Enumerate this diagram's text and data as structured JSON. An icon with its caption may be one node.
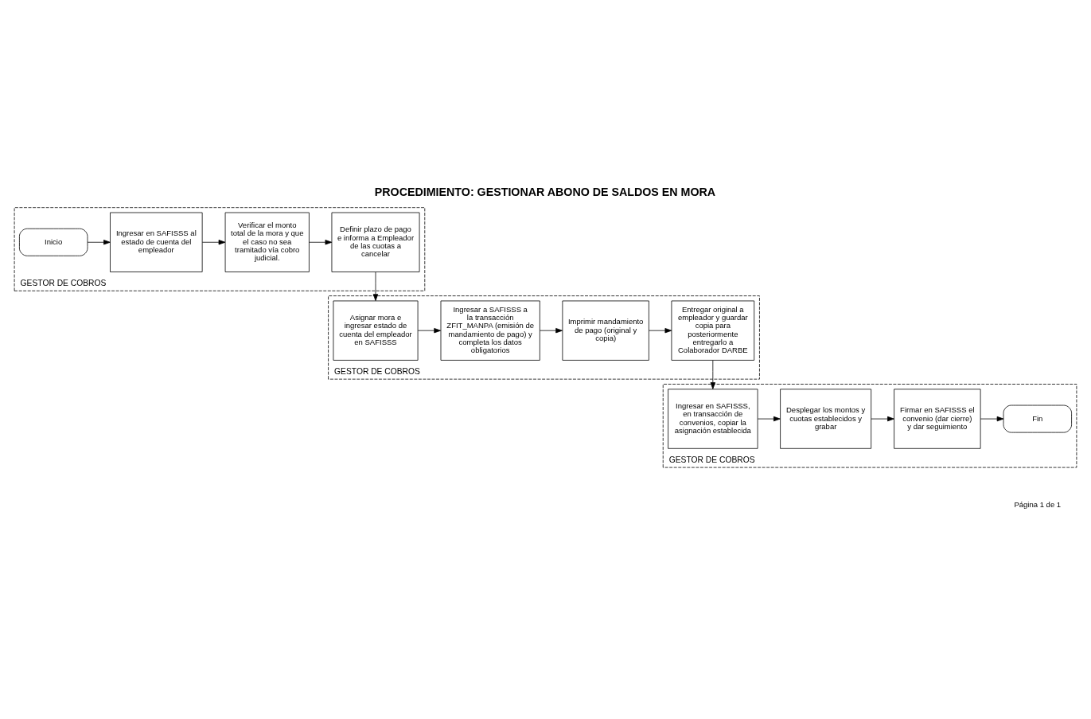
{
  "diagram": {
    "title": "PROCEDIMIENTO: GESTIONAR ABONO DE SALDOS EN MORA",
    "nodes": [
      {
        "text": [
          "GESTOR DE COBROS"
        ]
      },
      {
        "text": [
          "Inicio"
        ],
        "in": 0
      },
      {
        "text": [
          "Ingresar en SAFISSS al estado de cuenta del empleador"
        ],
        "in": 0
      },
      {
        "text": [
          "Verificar el monto total de la mora y que el caso no sea tramitado vía cobro judicial."
        ],
        "in": 0
      },
      {
        "text": [
          "Definir plazo de pago e informa a Empleador de las cuotas a cancelar"
        ],
        "in": 0
      },
      {
        "text": [
          "GESTOR DE COBROS"
        ]
      },
      {
        "text": [
          "Asignar mora e ingresar estado de cuenta del empleador en SAFISSS"
        ],
        "in": 5
      },
      {
        "text": [
          "Ingresar a SAFISSS a la transacción ZFIT_MANPA (emisión de mandamiento de pago) y completa los datos obligatorios"
        ],
        "in": 5
      },
      {
        "text": [
          "Imprimir mandamiento de pago (original y copia)"
        ],
        "in": 5
      },
      {
        "text": [
          "Entregar original a empleador y guardar copia para posteriormente entregarlo a Colaborador DARBE"
        ],
        "in": 5
      },
      {
        "text": [
          "GESTOR DE COBROS"
        ]
      },
      {
        "text": [
          "Ingresar en SAFISSS, en transacción de convenios, copiar la asignación establecida"
        ],
        "in": 10
      },
      {
        "text": [
          "Desplegar los montos y cuotas establecidos y grabar"
        ],
        "in": 10
      },
      {
        "text": [
          "Firmar en SAFISSS el convenio (dar cierre) y dar seguimiento"
        ],
        "in": 10
      },
      {
        "text": [
          "Fin"
        ],
        "in": 10
      }
    ],
    "edges": [
      {
        "from": 1,
        "to": 2,
        "arrow": "to"
      },
      {
        "from": 2,
        "to": 3,
        "arrow": "to"
      },
      {
        "from": 3,
        "to": 4,
        "arrow": "to"
      },
      {
        "from": 4,
        "to": 6,
        "arrow": "to"
      },
      {
        "from": 6,
        "to": 7,
        "arrow": "to"
      },
      {
        "from": 7,
        "to": 8,
        "arrow": "to"
      },
      {
        "from": 8,
        "to": 9,
        "arrow": "to"
      },
      {
        "from": 9,
        "to": 11,
        "arrow": "to"
      },
      {
        "from": 11,
        "to": 12,
        "arrow": "to"
      },
      {
        "from": 12,
        "to": 13,
        "arrow": "to"
      },
      {
        "from": 13,
        "to": 14,
        "arrow": "to"
      }
    ],
    "labels": [
      "Página 1 de 1"
    ]
  }
}
